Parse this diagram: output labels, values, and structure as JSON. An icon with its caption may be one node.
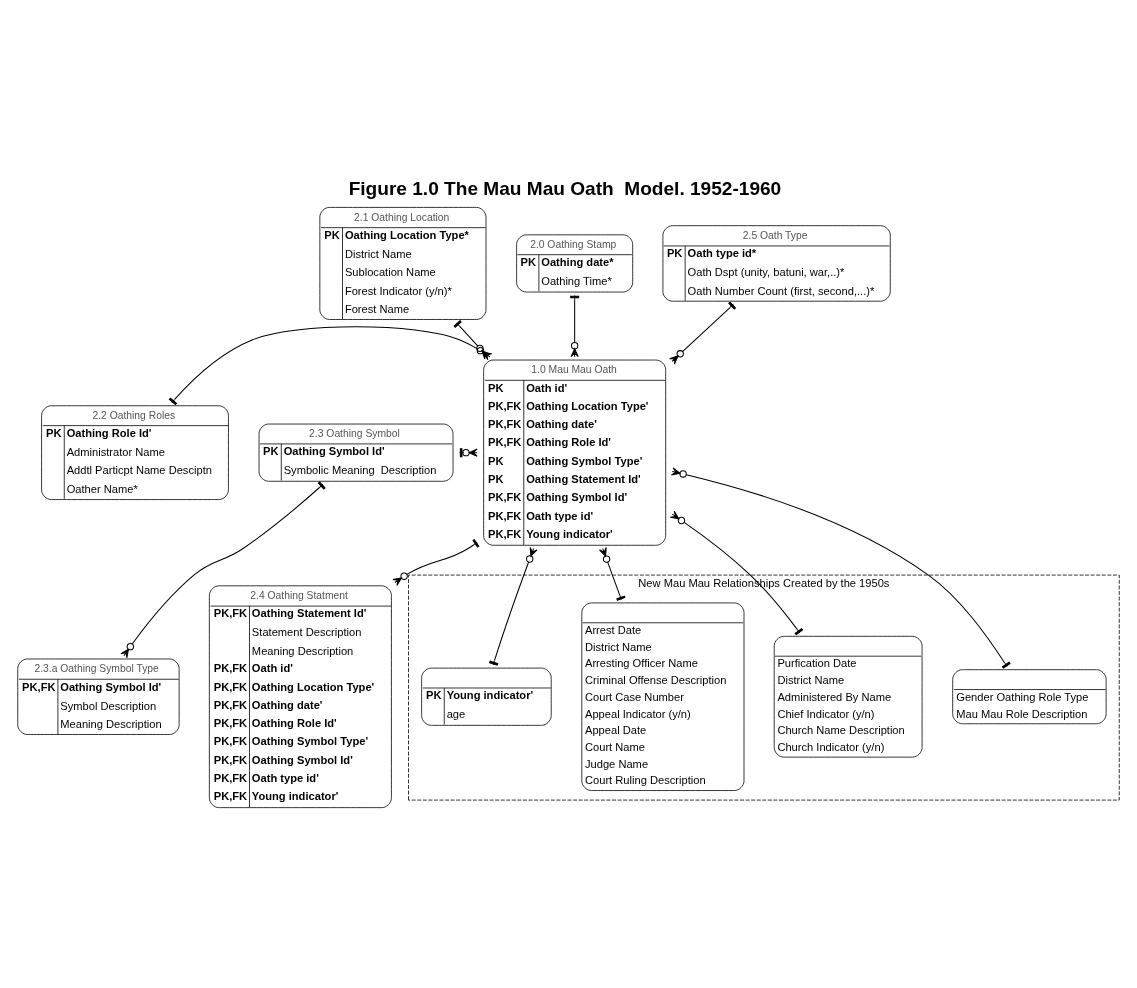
{
  "diagram": {
    "title": "Figure 1.0 The Mau Mau Oath  Model. 1952-1960",
    "nodes": [
      {
        "text": [
          "2.1 Oathing Location",
          "PK",
          "Oathing Location Type*",
          "District Name",
          "Sublocation Name",
          "Forest Indicator (y/n)*",
          "Forest Name"
        ]
      },
      {
        "text": [
          "2.0 Oathing Stamp",
          "PK",
          "Oathing date*",
          "Oathing Time*"
        ]
      },
      {
        "text": [
          "2.5 Oath Type",
          "PK",
          "Oath type id*",
          "Oath Dspt (unity, batuni, war,..)*",
          "Oath Number Count (first, second,...)*"
        ]
      },
      {
        "text": [
          "New Mau Mau Relationships Created by the 1950s"
        ]
      },
      {
        "text": [
          "Gender Oathing Role Type",
          "Mau Mau Role Description"
        ],
        "in": 3
      },
      {
        "text": [
          "2.2 Oathing Roles",
          "PK",
          "Oathing Role Id'",
          "Administrator Name",
          "Addtl Particpt Name Desciptn",
          "Oather Name*"
        ]
      },
      {
        "text": [
          "1.0 Mau Mau Oath",
          "PK",
          "Oath id'",
          "PK,FK",
          "Oathing Location Type'",
          "PK,FK",
          "Oathing date'",
          "PK,FK",
          "Oathing Role Id'",
          "PK",
          "Oathing Symbol Type'",
          "PK",
          "Oathing Statement Id'",
          "PK,FK",
          "Oathing Symbol Id'",
          "PK,FK",
          "Oath type id'",
          "PK,FK",
          "Young indicator'"
        ]
      },
      {
        "text": [
          "Purfication Date",
          "District Name",
          "Administered By Name",
          "Chief Indicator (y/n)",
          "Church Name Description",
          "Church Indicator (y/n)"
        ],
        "in": 3
      },
      {
        "text": [
          "2.3 Oathing Symbol",
          "PK",
          "Oathing Symbol Id'",
          "Symbolic Meaning  Description"
        ]
      },
      {
        "text": [
          "Arrest Date",
          "District Name",
          "Arresting Officer Name",
          "Criminal Offense Description",
          "Court Case Number",
          "Appeal Indicator (y/n)",
          "Appeal Date",
          "Court Name",
          "Judge Name",
          "Court Ruling Description"
        ],
        "in": 3
      },
      {
        "text": [
          "2.4 Oathing Statment",
          "PK,FK",
          "Oathing Statement Id'",
          "Statement Description",
          "Meaning Description",
          "PK,FK",
          "Oath id'",
          "PK,FK",
          "Oathing Location Type'",
          "PK,FK",
          "Oathing date'",
          "PK,FK",
          "Oathing Role Id'",
          "PK,FK",
          "Oathing Symbol Type'",
          "PK,FK",
          "Oathing Symbol Id'",
          "PK,FK",
          "Oath type id'",
          "PK,FK",
          "Young indicator'"
        ]
      },
      {
        "text": [
          "2.3.a Oathing Symbol Type",
          "PK,FK",
          "Oathing Symbol Id'",
          "Symbol Description",
          "Meaning Description"
        ]
      },
      {
        "text": [
          "PK",
          "Young indicator'",
          "age"
        ],
        "in": 3
      }
    ],
    "edges": [
      {
        "from": 0,
        "to": 6,
        "arrow": "other"
      },
      {
        "from": 1,
        "to": 6,
        "arrow": "other"
      },
      {
        "from": 2,
        "to": 6,
        "arrow": "other"
      },
      {
        "from": 4,
        "to": 6,
        "arrow": "other"
      },
      {
        "from": 5,
        "to": 6,
        "arrow": "other"
      },
      {
        "from": 7,
        "to": 6,
        "arrow": "other"
      },
      {
        "from": 8,
        "to": 6,
        "arrow": "other"
      },
      {
        "from": 9,
        "to": 6,
        "arrow": "other"
      },
      {
        "from": 6,
        "to": 10,
        "arrow": "other"
      },
      {
        "from": 8,
        "to": 11,
        "arrow": "other"
      },
      {
        "from": 12,
        "to": 6,
        "arrow": "other"
      }
    ]
  }
}
